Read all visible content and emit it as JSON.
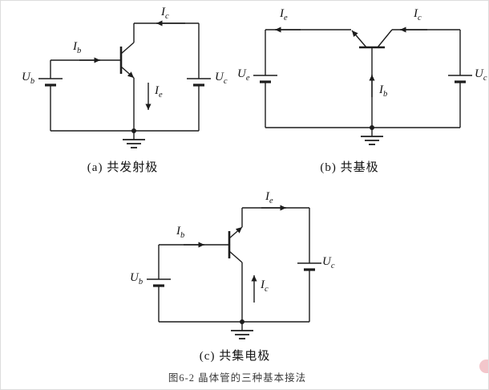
{
  "figure": {
    "caption": "图6-2  晶体管的三种基本接法",
    "background": "#ffffff",
    "line_color": "#1c1c1c",
    "watermark_color": "#efb3ba"
  },
  "circuits": {
    "a": {
      "caption": "(a) 共发射极",
      "labels": {
        "ub": {
          "base": "U",
          "sub": "b"
        },
        "ib": {
          "base": "I",
          "sub": "b"
        },
        "ic": {
          "base": "I",
          "sub": "c"
        },
        "ie": {
          "base": "I",
          "sub": "e"
        },
        "uc": {
          "base": "U",
          "sub": "c"
        }
      }
    },
    "b": {
      "caption": "(b) 共基极",
      "labels": {
        "ue": {
          "base": "U",
          "sub": "e"
        },
        "ie": {
          "base": "I",
          "sub": "e"
        },
        "ic": {
          "base": "I",
          "sub": "c"
        },
        "ib": {
          "base": "I",
          "sub": "b"
        },
        "uc": {
          "base": "U",
          "sub": "c"
        }
      }
    },
    "c": {
      "caption": "(c) 共集电极",
      "labels": {
        "ub": {
          "base": "U",
          "sub": "b"
        },
        "ib": {
          "base": "I",
          "sub": "b"
        },
        "ie": {
          "base": "I",
          "sub": "e"
        },
        "ic": {
          "base": "I",
          "sub": "c"
        },
        "uc": {
          "base": "U",
          "sub": "c"
        }
      }
    }
  }
}
